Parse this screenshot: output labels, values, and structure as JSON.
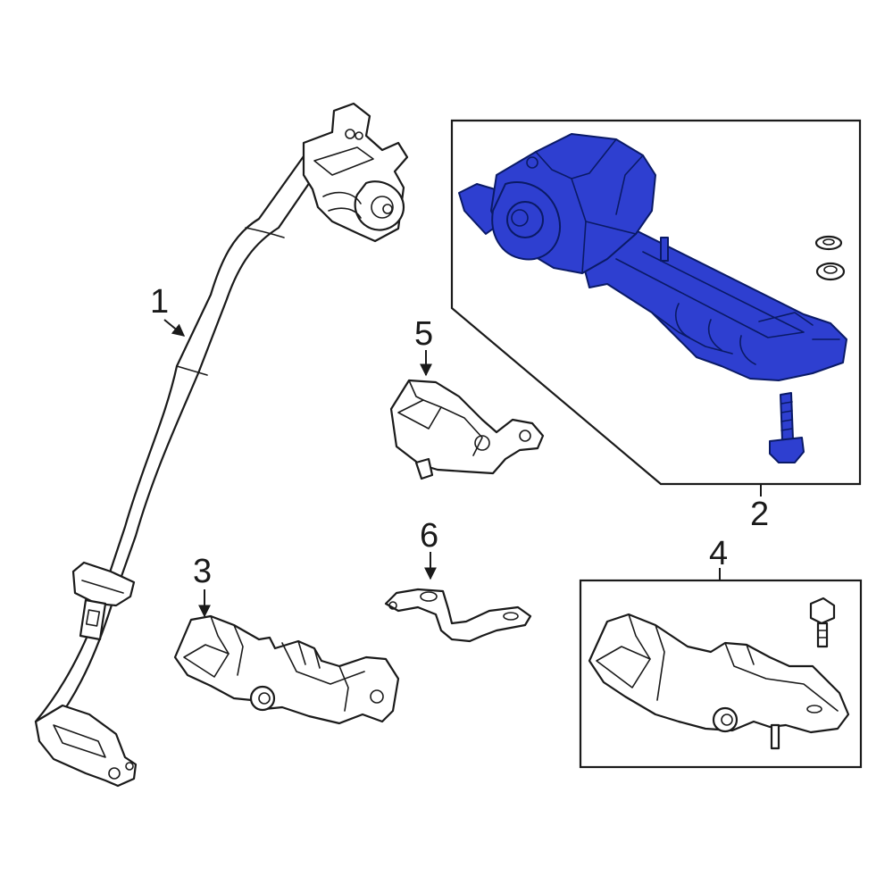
{
  "colors": {
    "highlight": "#2e3fd0",
    "line": "#1a1a1a",
    "background": "#ffffff"
  },
  "callouts": {
    "c1": "1",
    "c2": "2",
    "c3": "3",
    "c4": "4",
    "c5": "5",
    "c6": "6"
  }
}
